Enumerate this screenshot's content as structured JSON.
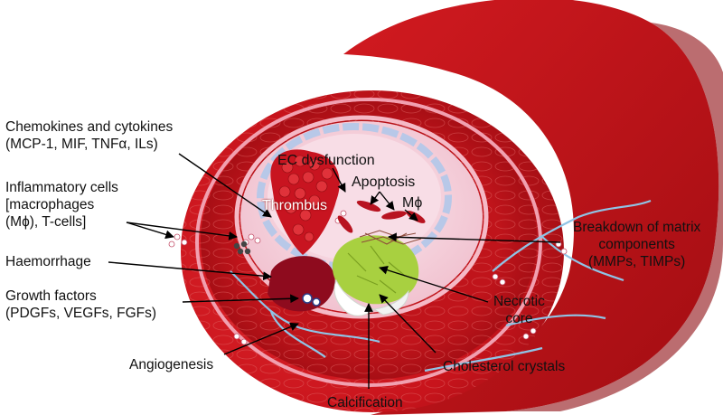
{
  "labels": {
    "chemokines": [
      "Chemokines and cytokines",
      "(MCP-1, MIF, TNFα, ILs)"
    ],
    "inflammatory": [
      "Inflammatory cells",
      "[macrophages",
      "(Mϕ), T-cells]"
    ],
    "haemorrhage": "Haemorrhage",
    "growth": [
      "Growth factors",
      "(PDGFs, VEGFs, FGFs)"
    ],
    "angiogenesis": "Angiogenesis",
    "calcification": "Calcification",
    "cholesterol": "Cholesterol crystals",
    "necrotic": [
      "Necrotic",
      "core"
    ],
    "breakdown": [
      "Breakdown of matrix",
      "components",
      "(MMPs, TIMPs)"
    ],
    "ec_dysfunction": "EC dysfunction",
    "apoptosis": "Apoptosis",
    "macrophage": "Mϕ",
    "thrombus": "Thrombus"
  },
  "colors": {
    "vessel_red": "#c8141c",
    "vessel_dark": "#8e0b10",
    "intima_pink": "#f3c2cf",
    "lumen_pink": "#f8dde6",
    "endothelium_blue": "#b8c8e8",
    "necrotic_green": "#a8d040",
    "vessel_blue": "#8fc4e6"
  }
}
